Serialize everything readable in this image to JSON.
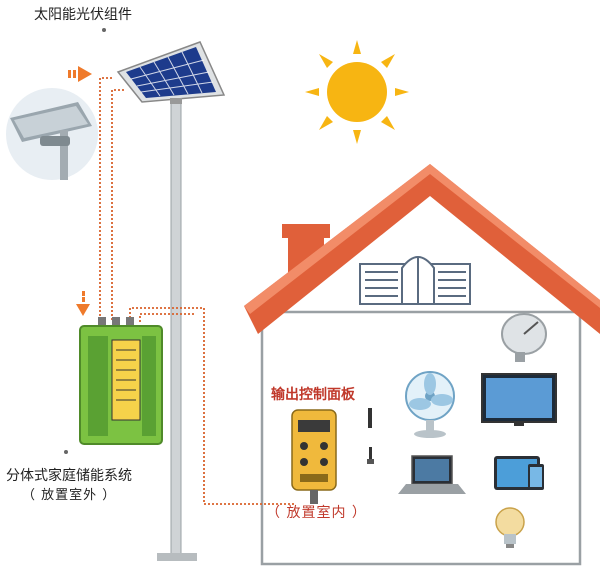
{
  "labels": {
    "solar_panel": "太阳能光伏组件",
    "storage_system": "分体式家庭储能系统",
    "storage_location": "（ 放置室外 ）",
    "output_panel": "输出控制面板",
    "output_location": "（ 放置室内 ）"
  },
  "colors": {
    "wire": "#d9622b",
    "roof": "#e0603a",
    "sun": "#f7b512",
    "battery": "#7cc242",
    "controller": "#f0b93c",
    "label_accent": "#c0392b"
  },
  "icons": [
    "sun-icon",
    "satellite-dish-icon",
    "fan-icon",
    "tv-icon",
    "laptop-icon",
    "tablet-phone-icon",
    "light-bulb-icon",
    "usb-cable-icon"
  ]
}
